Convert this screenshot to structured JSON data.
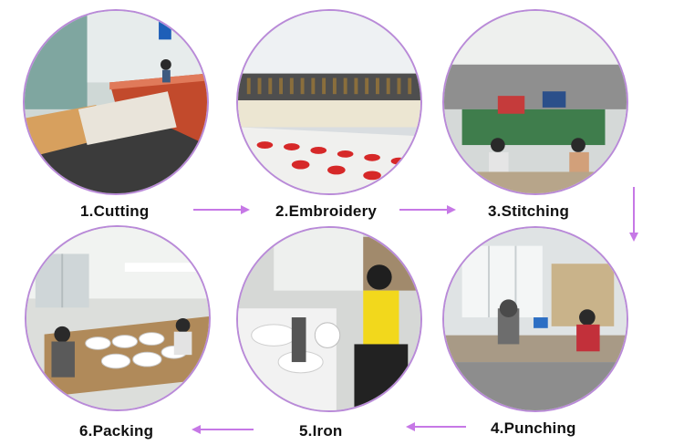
{
  "steps": [
    {
      "label": "1.Cutting",
      "scene": "cutting-table"
    },
    {
      "label": "2.Embroidery",
      "scene": "embroidery-machines"
    },
    {
      "label": "3.Stitching",
      "scene": "sewing-workshop"
    },
    {
      "label": "4.Punching",
      "scene": "punching-machines"
    },
    {
      "label": "5.Iron",
      "scene": "ironing-station"
    },
    {
      "label": "6.Packing",
      "scene": "packing-table"
    }
  ],
  "colors": {
    "circle_border": "#b98ad8",
    "arrow": "#c678e6",
    "label_text": "#111111"
  }
}
